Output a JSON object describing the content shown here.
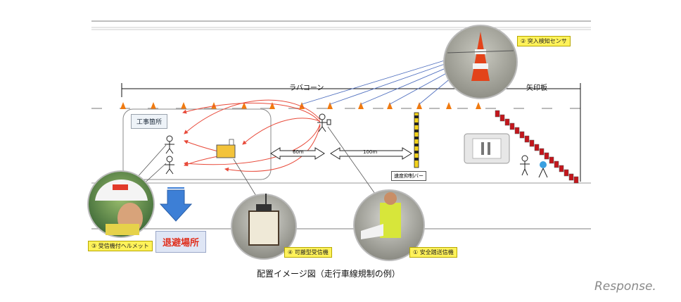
{
  "labels": {
    "cone": "ラバコーン",
    "arrow_board": "矢印板",
    "worksite": "工事箇所",
    "distance_1": "60m",
    "distance_2": "100m",
    "speed_bar": "速度抑制バー",
    "evacuation": "退避場所",
    "caption": "配置イメージ図（走行車線規制の例）",
    "watermark": "Response."
  },
  "tags": {
    "sensor": "② 突入検知センサ",
    "helmet": "③ 受信機付ヘルメット",
    "receiver": "④ 可搬型受信機",
    "transmitter": "① 安全踏送信機"
  },
  "colors": {
    "cone": "#f07a10",
    "signal_line": "#e84a3a",
    "sensor_line": "#4f6fbf",
    "evac_arrow": "#3d7fd6",
    "tag_bg": "#fff25a",
    "arrow_board": "#c4161c"
  },
  "icons": [
    "cone-icon",
    "worker-icon",
    "receiver-box-icon",
    "evacuation-arrow-icon",
    "arrow-board-icon",
    "sign-board-icon"
  ]
}
